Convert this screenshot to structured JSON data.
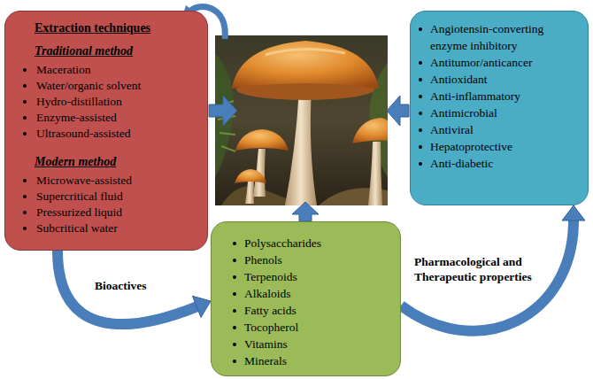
{
  "diagram": {
    "nodes": [
      {
        "text": [
          "Extraction techniques",
          "Traditional method",
          "Maceration",
          "Water/organic solvent",
          "Hydro-distillation",
          "Enzyme-assisted",
          "Ultrasound-assisted",
          "Modern method",
          "Microwave-assisted",
          "Supercritical fluid",
          "Pressurized liquid",
          "Subcritical water"
        ]
      },
      {
        "text": [
          "Angiotensin-converting enzyme inhibitory",
          "Antitumor/anticancer",
          "Antioxidant",
          "Anti-inflammatory",
          "Antimicrobial",
          "Antiviral",
          "Hepatoprotective",
          "Anti-diabetic"
        ]
      },
      {
        "text": [
          "Polysaccharides",
          "Phenols",
          "Terpenoids",
          "Alkaloids",
          "Fatty acids",
          "Tocopherol",
          "Vitamins",
          "Minerals"
        ]
      }
    ],
    "edges": [
      {
        "from": 0,
        "to": 2,
        "arrow": "to"
      },
      {
        "from": 2,
        "to": 1,
        "arrow": "to"
      }
    ],
    "labels": [
      "Bioactives",
      "Pharmacological and Therapeutic properties"
    ]
  }
}
